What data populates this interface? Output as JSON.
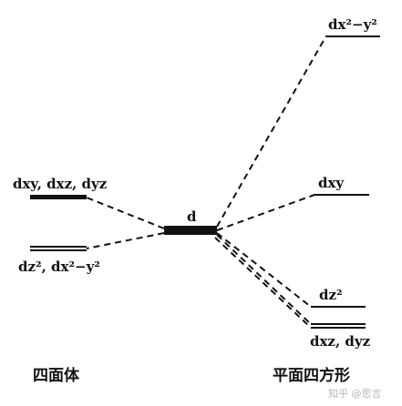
{
  "diagram": {
    "levels": {
      "center_d": "d",
      "tetra_upper": "dxy, dxz, dyz",
      "tetra_lower": "dz², dx²−y²",
      "square_x2y2": "dx²−y²",
      "square_xy": "dxy",
      "square_z2": "dz²",
      "square_xz_yz": "dxz, dyz"
    },
    "captions": {
      "tetrahedral": "四面体",
      "square_planar": "平面四方形"
    },
    "watermark": "知乎 @思言",
    "colors": {
      "ink": "#111111",
      "background": "#ffffff",
      "watermark": "#b8b8b8"
    }
  }
}
